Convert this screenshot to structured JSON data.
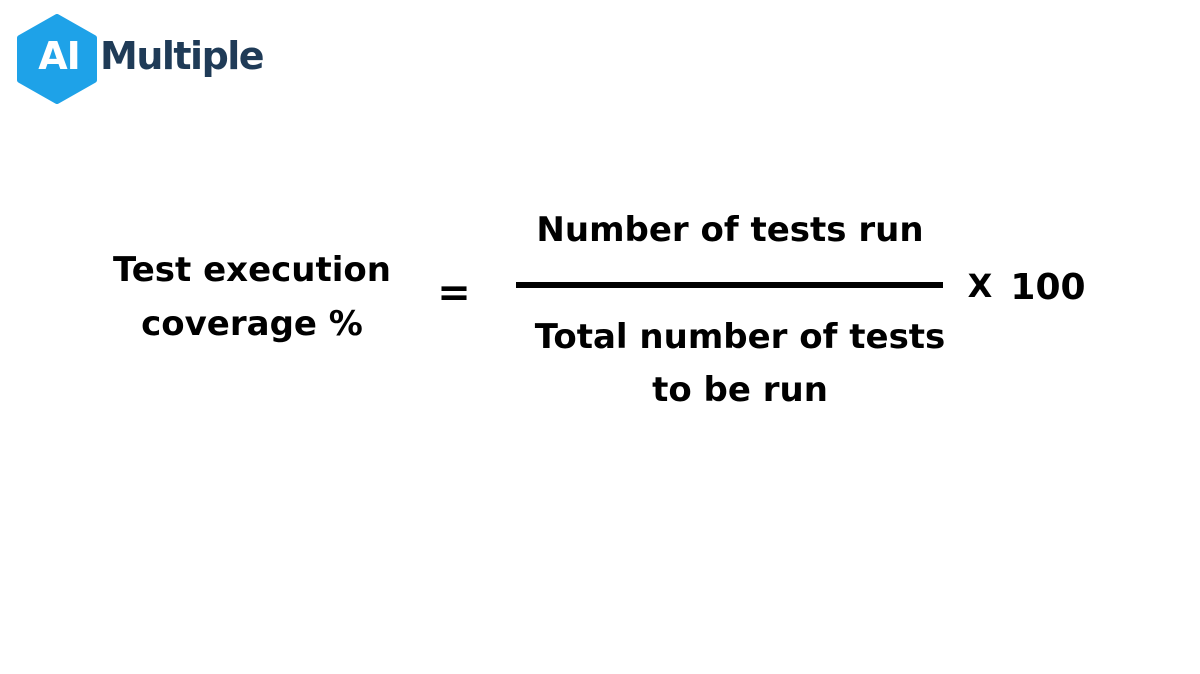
{
  "logo": {
    "badge_text": "AI",
    "wordmark": "Multiple",
    "badge_color": "#1ea2e8",
    "wordmark_color": "#1f3b57"
  },
  "formula": {
    "lhs": "Test execution\ncoverage %",
    "equals": "=",
    "numerator": "Number of tests run",
    "denominator": "Total number of tests\nto be run",
    "times": "X",
    "multiplier": "100"
  }
}
